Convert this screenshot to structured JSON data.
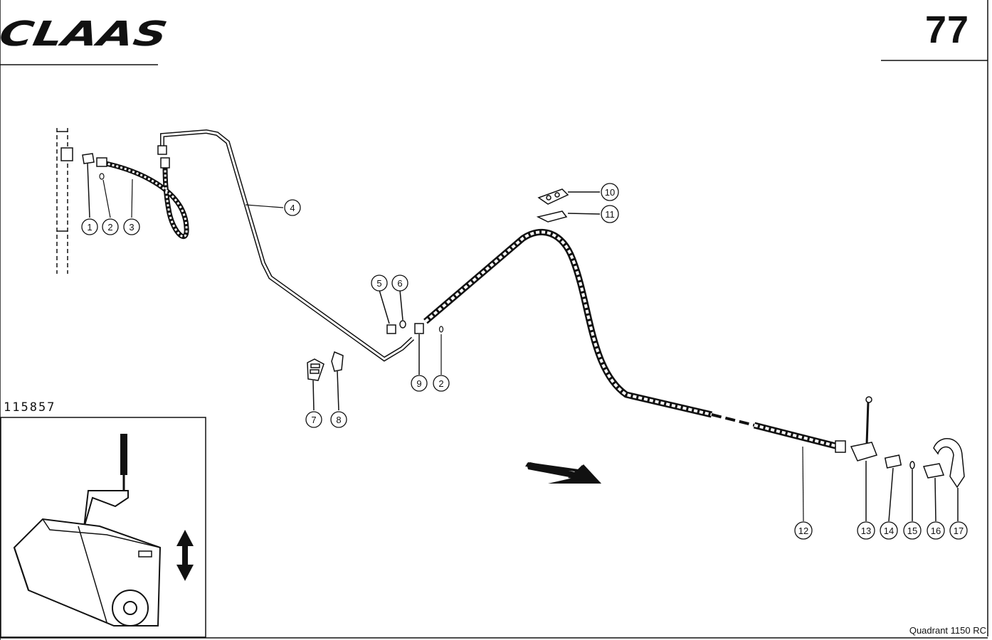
{
  "header": {
    "brand_logo": "CLAAS",
    "page_number": "77"
  },
  "drawing_id": "115857",
  "model": "Quadrant 1150 RC",
  "callouts": [
    "1",
    "2",
    "3",
    "4",
    "5",
    "6",
    "7",
    "8",
    "9",
    "2",
    "10",
    "11",
    "12",
    "13",
    "14",
    "15",
    "16",
    "17"
  ]
}
